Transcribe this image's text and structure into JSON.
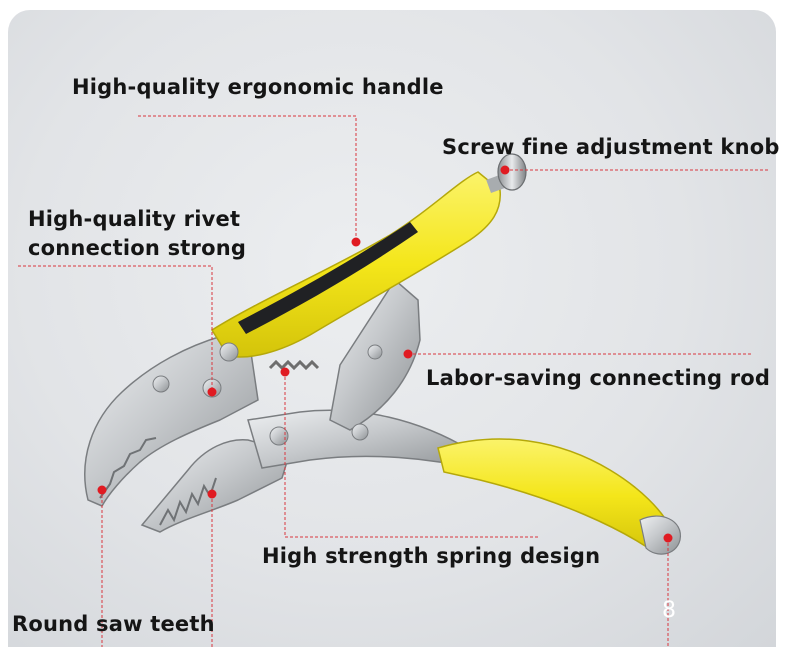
{
  "labels": {
    "handle": "High-quality ergonomic handle",
    "knob": "Screw fine adjustment knob",
    "rivet_line1": "High-quality rivet",
    "rivet_line2": "connection strong",
    "rod": "Labor-saving connecting rod",
    "spring": "High strength spring design",
    "teeth": "Round saw teeth"
  },
  "page_number": "8",
  "colors": {
    "leader_line": "#d9363e",
    "marker_dot": "#e01b22",
    "grip_yellow": "#f4e61a",
    "steel": "#bfc3c7"
  }
}
